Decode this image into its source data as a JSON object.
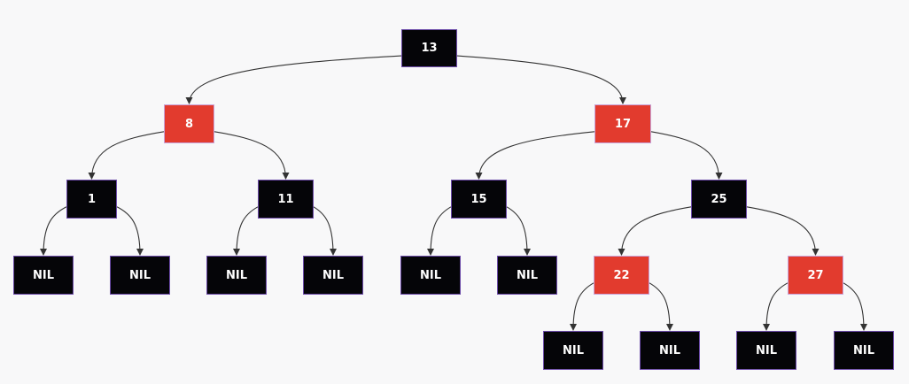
{
  "tree": {
    "colors": {
      "black": "#050508",
      "red": "#e23b2e",
      "edge": "#333333",
      "background": "#f8f8f9"
    },
    "nodes": {
      "n13": {
        "label": "13",
        "color": "black"
      },
      "n8": {
        "label": "8",
        "color": "red"
      },
      "n17": {
        "label": "17",
        "color": "red"
      },
      "n1": {
        "label": "1",
        "color": "black"
      },
      "n11": {
        "label": "11",
        "color": "black"
      },
      "n15": {
        "label": "15",
        "color": "black"
      },
      "n25": {
        "label": "25",
        "color": "black"
      },
      "nil1": {
        "label": "NIL",
        "color": "black"
      },
      "nil2": {
        "label": "NIL",
        "color": "black"
      },
      "nil3": {
        "label": "NIL",
        "color": "black"
      },
      "nil4": {
        "label": "NIL",
        "color": "black"
      },
      "nil5": {
        "label": "NIL",
        "color": "black"
      },
      "nil6": {
        "label": "NIL",
        "color": "black"
      },
      "n22": {
        "label": "22",
        "color": "red"
      },
      "n27": {
        "label": "27",
        "color": "red"
      },
      "nil7": {
        "label": "NIL",
        "color": "black"
      },
      "nil8": {
        "label": "NIL",
        "color": "black"
      },
      "nil9": {
        "label": "NIL",
        "color": "black"
      },
      "nil10": {
        "label": "NIL",
        "color": "black"
      }
    },
    "edges": [
      [
        "n13",
        "n8"
      ],
      [
        "n13",
        "n17"
      ],
      [
        "n8",
        "n1"
      ],
      [
        "n8",
        "n11"
      ],
      [
        "n17",
        "n15"
      ],
      [
        "n17",
        "n25"
      ],
      [
        "n1",
        "nil1"
      ],
      [
        "n1",
        "nil2"
      ],
      [
        "n11",
        "nil3"
      ],
      [
        "n11",
        "nil4"
      ],
      [
        "n15",
        "nil5"
      ],
      [
        "n15",
        "nil6"
      ],
      [
        "n25",
        "n22"
      ],
      [
        "n25",
        "n27"
      ],
      [
        "n22",
        "nil7"
      ],
      [
        "n22",
        "nil8"
      ],
      [
        "n27",
        "nil9"
      ],
      [
        "n27",
        "nil10"
      ]
    ]
  }
}
